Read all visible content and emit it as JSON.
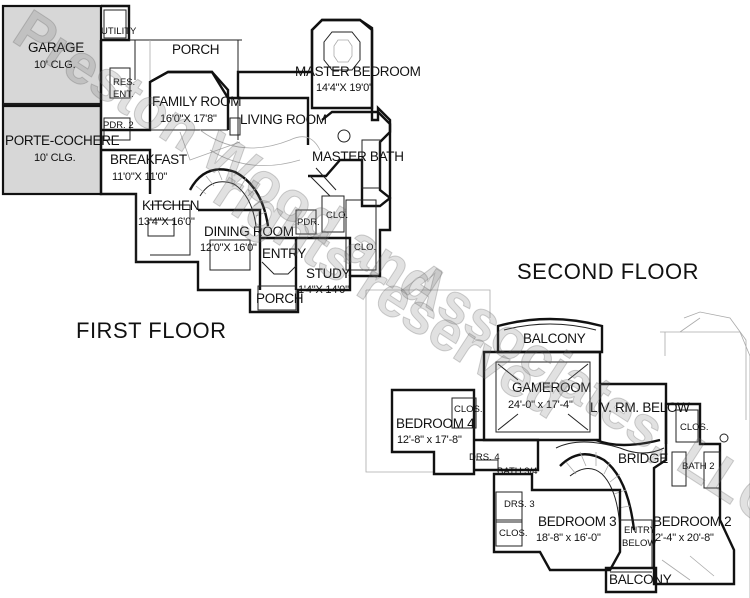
{
  "first_floor": {
    "title": "FIRST FLOOR",
    "garage": {
      "name": "GARAGE",
      "dim": "10' CLG."
    },
    "porte_cochere": {
      "name": "PORTE-COCHERE",
      "dim": "10' CLG."
    },
    "utility": "UTILITY",
    "res_ent": {
      "line1": "RES.",
      "line2": "ENT."
    },
    "pdr_2": "PDR. 2",
    "porch_top": "PORCH",
    "family_room": {
      "name": "FAMILY ROOM",
      "dim": "16'0\"X 17'8\""
    },
    "living_room": "LIVING ROOM",
    "master_bedroom": {
      "name": "MASTER BEDROOM",
      "dim": "14'4\"X 19'0\""
    },
    "master_bath": "MASTER BATH",
    "breakfast": {
      "name": "BREAKFAST",
      "dim": "11'0\"X 11'0\""
    },
    "kitchen": {
      "name": "KITCHEN",
      "dim": "13'4\"X 16'0\""
    },
    "dining_room": {
      "name": "DINING ROOM",
      "dim": "12'0\"X 16'0\""
    },
    "entry": "ENTRY",
    "porch_bottom": "PORCH",
    "study": {
      "name": "STUDY",
      "dim": "1'4\"X 14'0\""
    },
    "pdr": "PDR.",
    "clo_1": "CLO.",
    "clo_2": "CLO."
  },
  "second_floor": {
    "title": "SECOND FLOOR",
    "balcony_top": "BALCONY",
    "gameroom": {
      "name": "GAMEROOM",
      "dim": "24'-0\" x 17'-4\""
    },
    "liv_rm_below": "LIV. RM. BELOW",
    "bedroom_4": {
      "name": "BEDROOM 4",
      "dim": "12'-8\" x 17'-8\""
    },
    "clos_1": "CLOS.",
    "clos_2": "CLOS.",
    "clos_3": "CLOS.",
    "drs_4": "DRS. 4",
    "bath_3_4": "BATH 3/4",
    "bridge": "BRIDGE",
    "bath_2": "BATH 2",
    "drs_3": "DRS. 3",
    "bedroom_3": {
      "name": "BEDROOM 3",
      "dim": "18'-8\" x 16'-0\""
    },
    "entry_below": {
      "line1": "ENTRY",
      "line2": "BELOW"
    },
    "bedroom_2": {
      "name": "BEDROOM 2",
      "dim": "2'-4\" x 20'-8\""
    },
    "balcony_bottom": "BALCONY"
  },
  "watermark": {
    "line1": "Preston Wood and",
    "line2": "Associates, LLC.",
    "line3": "rights reserved",
    "color": "#787878"
  }
}
